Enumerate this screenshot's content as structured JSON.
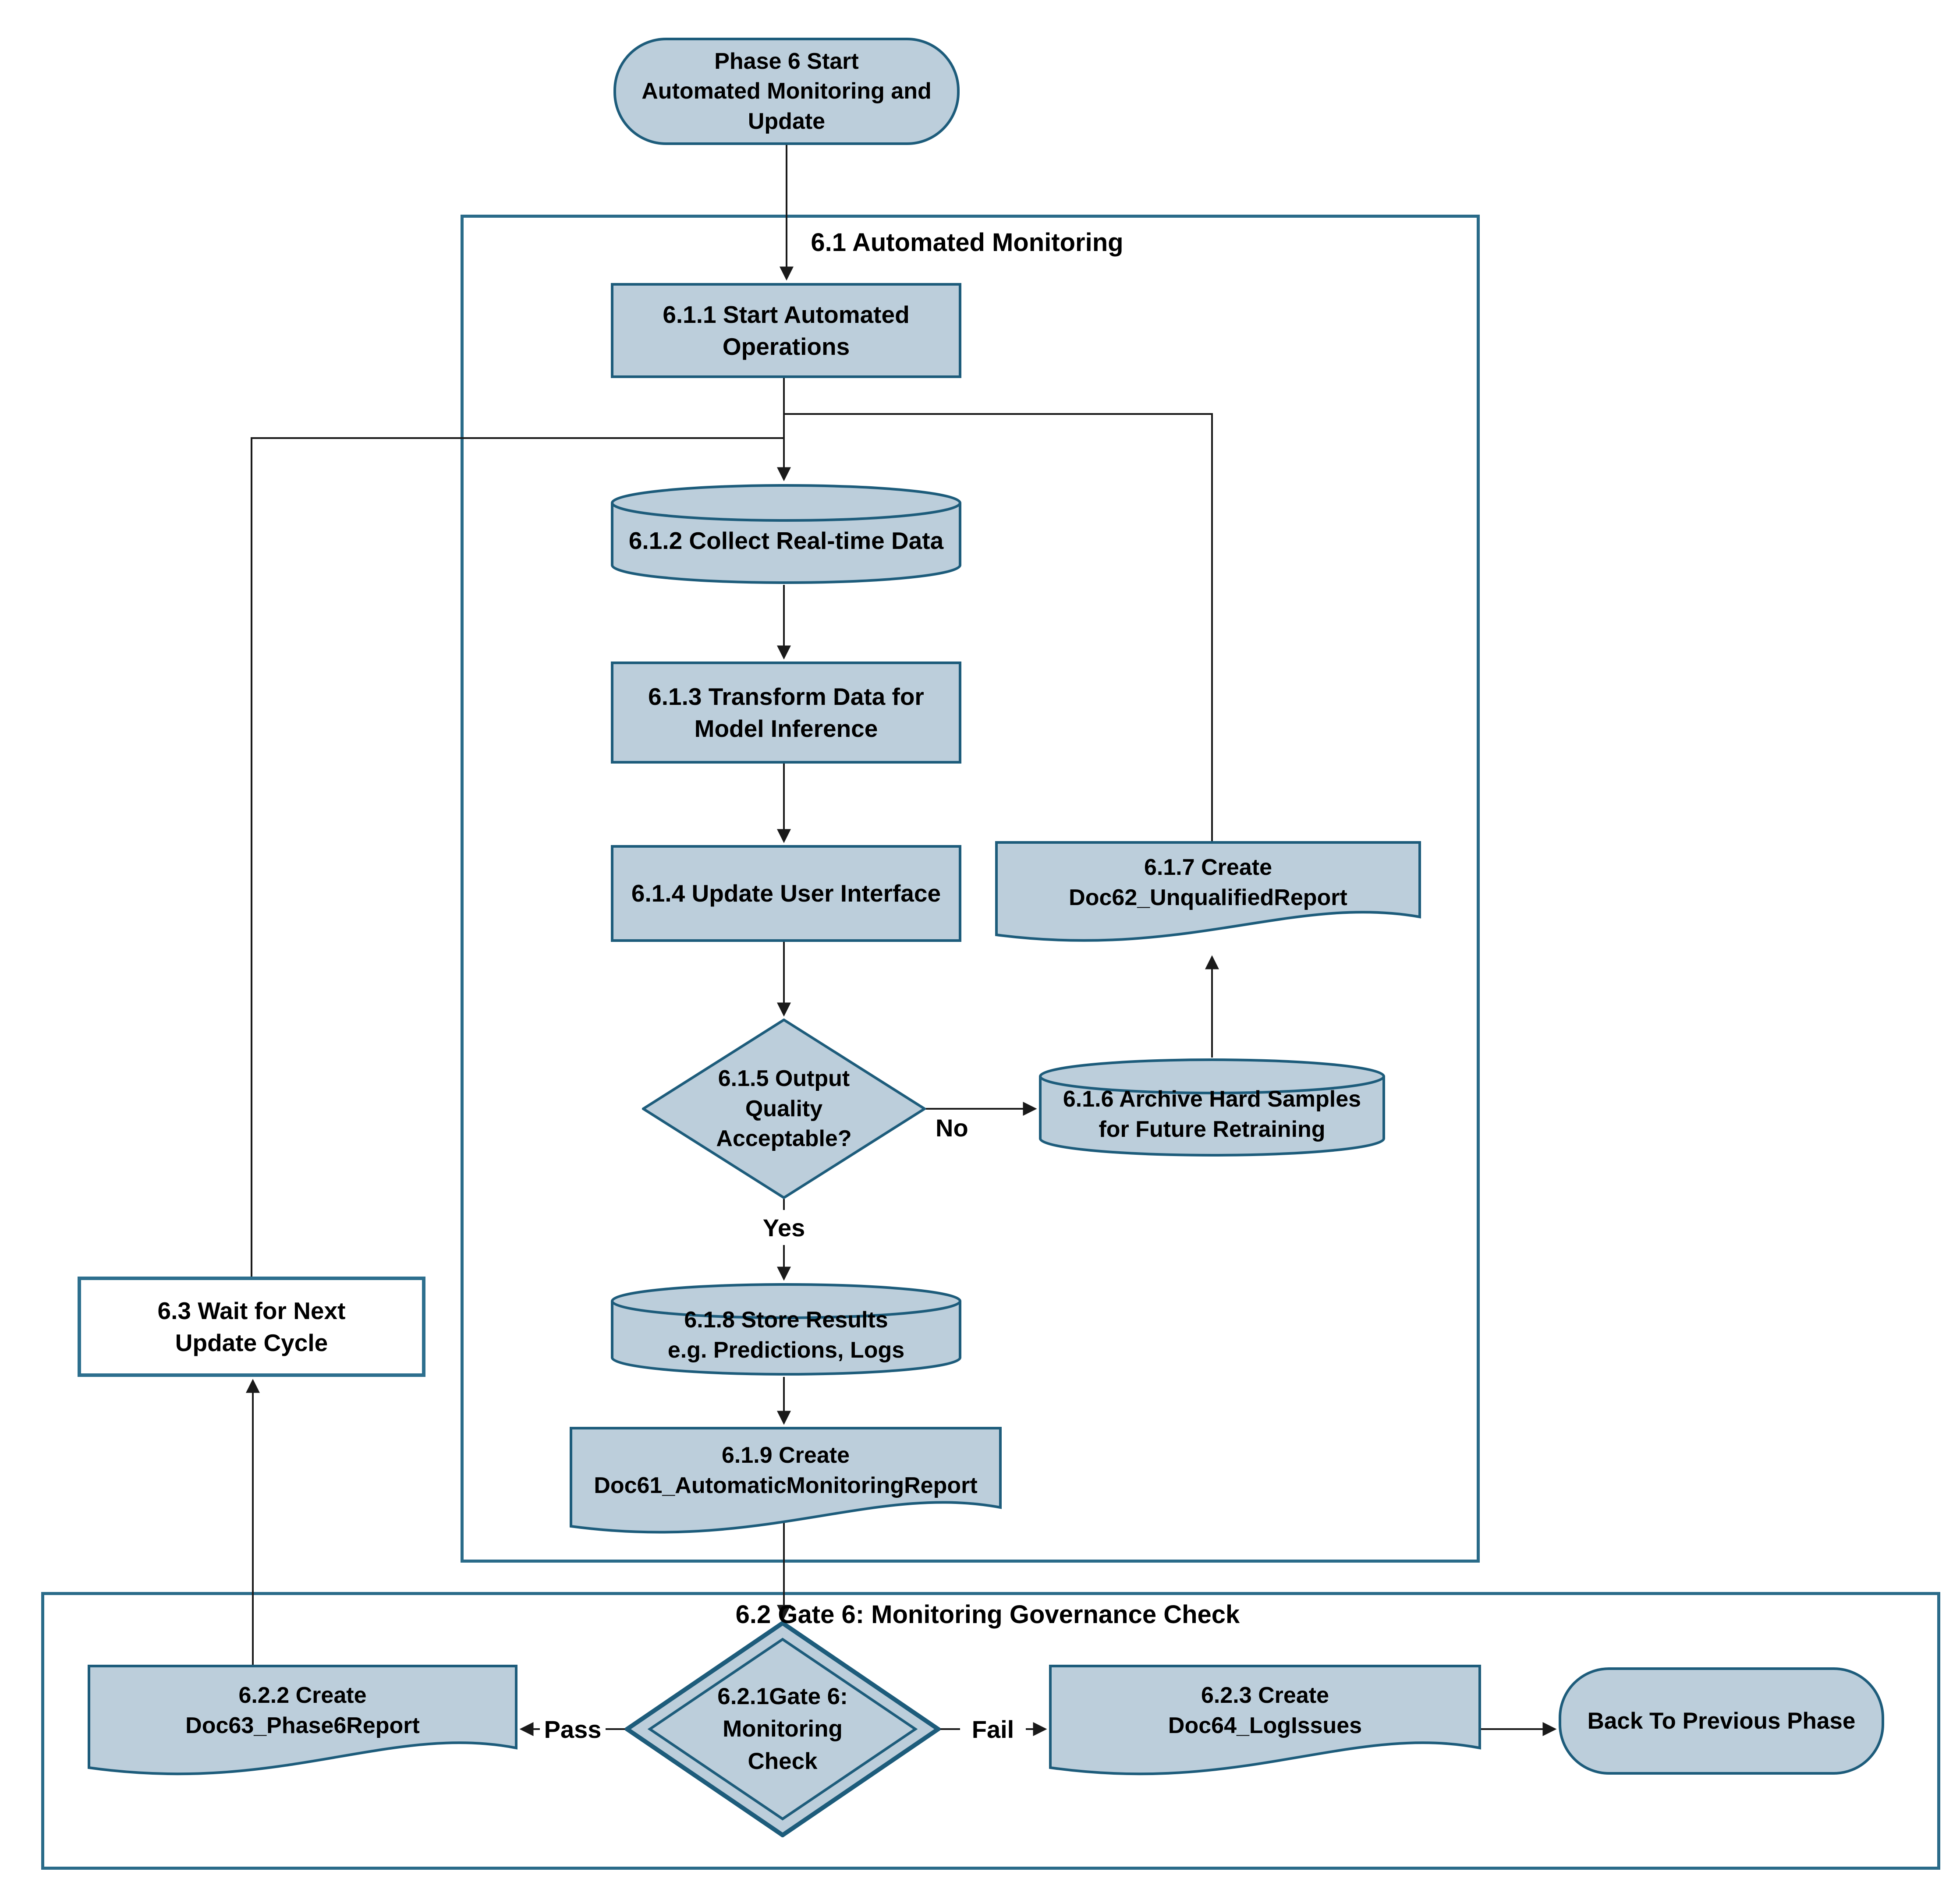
{
  "page": {
    "background": "#ffffff"
  },
  "colors": {
    "node_fill": "#bccedb",
    "node_border": "#1d5c7b",
    "container_border": "#2a6b89",
    "connector": "#1a1a1a",
    "text": "#000000"
  },
  "sections": {
    "s61": {
      "title": "6.1 Automated Monitoring"
    },
    "s62": {
      "title": "6.2 Gate 6: Monitoring Governance Check"
    }
  },
  "nodes": {
    "start": {
      "label": "Phase 6 Start\nAutomated Monitoring and\nUpdate"
    },
    "n611": {
      "label": "6.1.1 Start Automated\nOperations"
    },
    "n612": {
      "label": "6.1.2 Collect Real-time Data"
    },
    "n613": {
      "label": "6.1.3 Transform Data for\nModel Inference"
    },
    "n614": {
      "label": "6.1.4 Update User Interface"
    },
    "n615": {
      "label": "6.1.5 Output\nQuality\nAcceptable?"
    },
    "n616": {
      "label": "6.1.6 Archive Hard Samples\nfor Future Retraining"
    },
    "n617": {
      "label": "6.1.7 Create\nDoc62_UnqualifiedReport"
    },
    "n618": {
      "label": "6.1.8 Store Results\ne.g. Predictions, Logs"
    },
    "n619": {
      "label": "6.1.9 Create\nDoc61_AutomaticMonitoringReport"
    },
    "n63": {
      "label": "6.3 Wait for Next\nUpdate Cycle"
    },
    "n621": {
      "label": "6.2.1Gate 6:\nMonitoring\nCheck"
    },
    "n622": {
      "label": "6.2.2 Create\nDoc63_Phase6Report"
    },
    "n623": {
      "label": "6.2.3 Create\nDoc64_LogIssues"
    },
    "back": {
      "label": "Back To Previous Phase"
    }
  },
  "edge_labels": {
    "yes": "Yes",
    "no": "No",
    "pass": "Pass",
    "fail": "Fail"
  }
}
